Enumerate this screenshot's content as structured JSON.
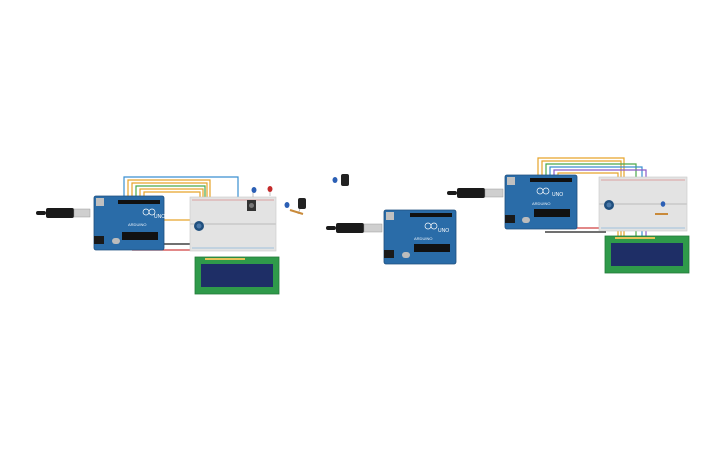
{
  "workspace": {
    "background": "#ffffff",
    "circuits": [
      {
        "board_label": "UNO",
        "board_brand": "ARDUINO",
        "has_lcd": true,
        "has_breadboard": true
      },
      {
        "board_label": "UNO",
        "board_brand": "ARDUINO",
        "has_lcd": false,
        "has_breadboard": false
      },
      {
        "board_label": "UNO",
        "board_brand": "ARDUINO",
        "has_lcd": true,
        "has_breadboard": true
      }
    ]
  },
  "colors": {
    "board": "#2a6ca8",
    "board_dark": "#1f4f7e",
    "lcd_pcb": "#2f9a4a",
    "lcd_screen": "#1e2e66",
    "breadboard": "#e3e3e3",
    "usb_cable": "#1a1a1a",
    "wire_orange": "#e6a42a",
    "wire_green": "#4aa84a",
    "wire_blue": "#3a8fd0",
    "wire_red": "#d04040",
    "wire_purple": "#8a5ac8"
  }
}
